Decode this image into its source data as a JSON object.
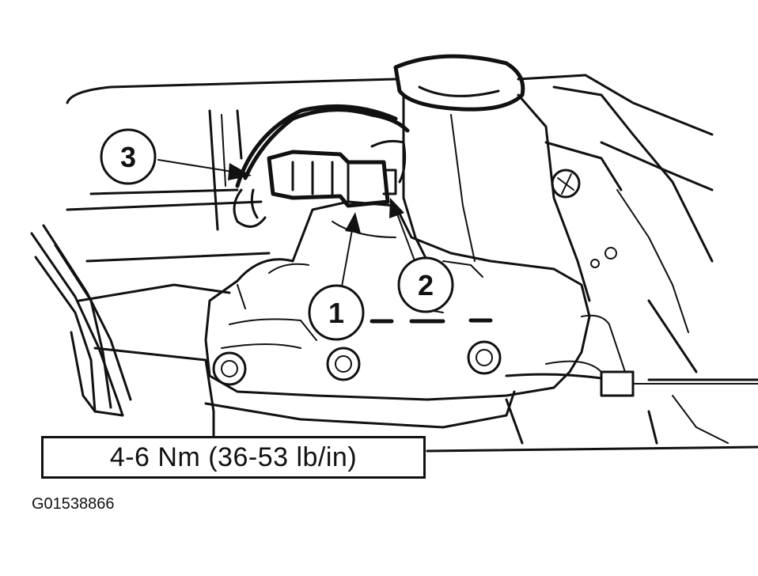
{
  "callouts": [
    {
      "label": "1",
      "target": "connector-lock-tab"
    },
    {
      "label": "2",
      "target": "connector-release"
    },
    {
      "label": "3",
      "target": "wiring-harness-connector"
    }
  ],
  "torque_spec": "4-6 Nm (36-53 lb/in)",
  "figure_id": "G01538866",
  "colors": {
    "ink": "#111111",
    "paper": "#ffffff"
  }
}
